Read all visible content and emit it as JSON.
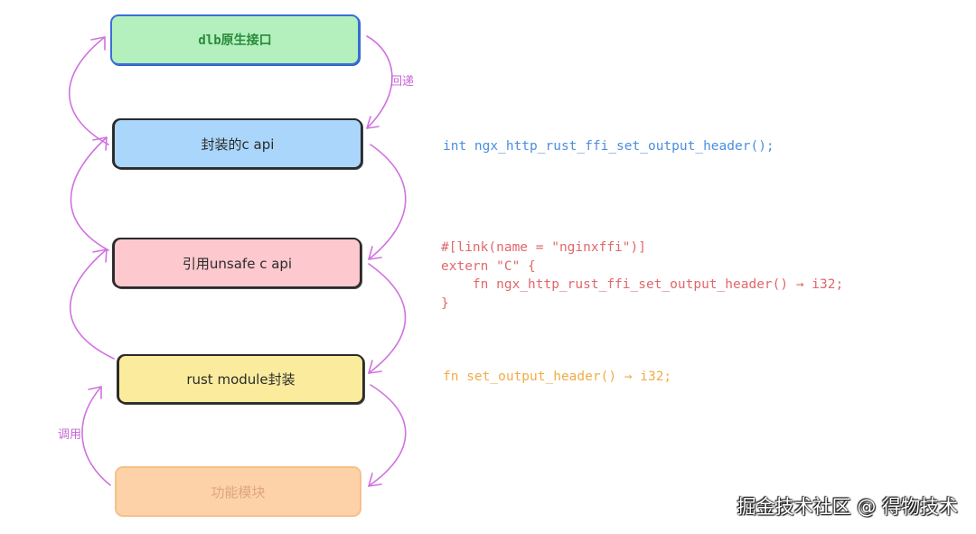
{
  "boxes": {
    "b1": "dlb原生接口",
    "b2": "封装的c api",
    "b3": "引用unsafe c api",
    "b4": "rust module封装",
    "b5": "功能模块"
  },
  "labels": {
    "callback": "回递",
    "call": "调用"
  },
  "code": {
    "blue": "int ngx_http_rust_ffi_set_output_header();",
    "red": "#[link(name = \"nginxffi\")]\nextern \"C\" {\n    fn ngx_http_rust_ffi_set_output_header() → i32;\n}",
    "orange": "fn set_output_header() → i32;"
  },
  "watermark": "掘金技术社区 @ 得物技术",
  "colors": {
    "arrow": "#d072e0",
    "box1": "#b3f0bd",
    "box2": "#a9d6fa",
    "box3": "#fdc8ce",
    "box4": "#fbec9d",
    "box5": "#fdd2a9",
    "code_blue": "#4b8ee0",
    "code_red": "#e0686a",
    "code_orange": "#f0ad46"
  }
}
